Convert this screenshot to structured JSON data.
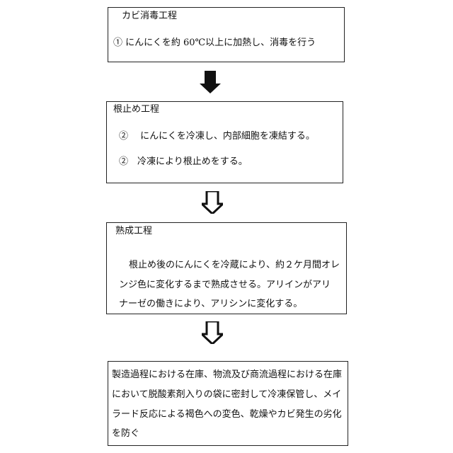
{
  "steps": [
    {
      "title": "カビ消毒工程",
      "lines": [
        "① にんにくを約 60℃以上に加熱し、消毒を行う"
      ]
    },
    {
      "title": "根止め工程",
      "lines": [
        "②　 にんにくを冷凍し、内部細胞を凍結する。",
        "②　冷凍により根止めをする。"
      ]
    },
    {
      "title": "熟成工程",
      "lines": [
        "根止め後のにんにくを冷蔵により、約２ケ月間オレ",
        "ンジ色に変化するまで熟成させる。アリインがアリ",
        "ナーゼの働きにより、アリシンに変化する。"
      ]
    },
    {
      "lines": [
        "製造過程における在庫、物流及び商流過程における在庫",
        "において脱酸素剤入りの袋に密封して冷凍保管し、メイ",
        "ラード反応による褐色への変色、乾燥やカビ発生の劣化",
        "を防ぐ"
      ]
    }
  ]
}
